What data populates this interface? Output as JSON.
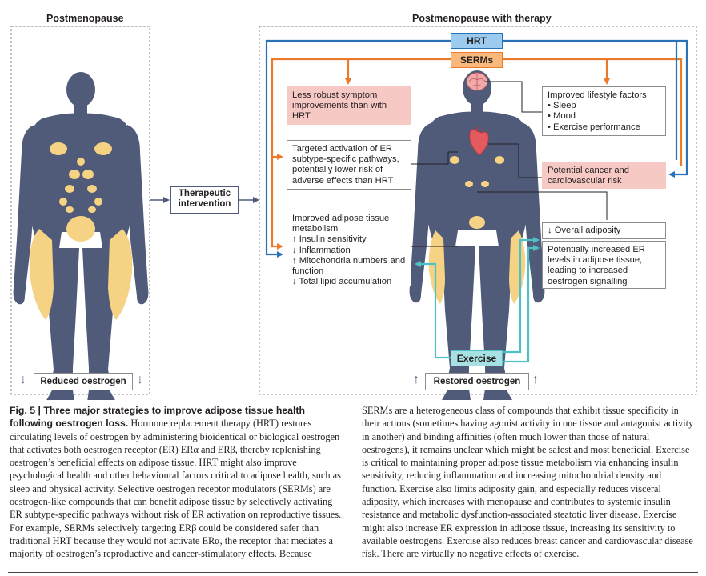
{
  "left_panel": {
    "title": "Postmenopause",
    "footer_label": "Reduced oestrogen"
  },
  "middle": {
    "intervention_label": "Therapeutic intervention"
  },
  "right_panel": {
    "title": "Postmenopause with therapy",
    "hrt_label": "HRT",
    "serms_label": "SERMs",
    "exercise_label": "Exercise",
    "footer_label": "Restored oestrogen"
  },
  "boxes": {
    "less_robust": "Less robust symptom improvements than with HRT",
    "targeted": "Targeted activation of ER subtype-specific pathways, potentially lower risk of adverse effects than HRT",
    "adipose_title": "Improved adipose tissue metabolism",
    "adipose_items": [
      "↑ Insulin sensitivity",
      "↓ Inflammation",
      "↑ Mitochondria numbers and function",
      "↓ Total lipid accumulation"
    ],
    "lifestyle_title": "Improved lifestyle factors",
    "lifestyle_items": [
      "• Sleep",
      "• Mood",
      "• Exercise performance"
    ],
    "cancer": "Potential cancer and cardiovascular risk",
    "adiposity": "↓ Overall adiposity",
    "er_levels": "Potentially increased ER levels in adipose tissue, leading to increased oestrogen signalling"
  },
  "colors": {
    "hrt": "#2a72b8",
    "hrt_fill": "#9ccbef",
    "serms": "#ec7a2b",
    "serms_fill": "#f9b97d",
    "exercise": "#4fc1c5",
    "exercise_fill": "#a7e1e3",
    "body": "#4f5b78",
    "fat": "#f6d285",
    "pink": "#f7c9c5"
  },
  "caption": {
    "fig_label": "Fig. 5 | Three major strategies to improve adipose tissue health following oestrogen loss.",
    "left_text": "Hormone replacement therapy (HRT) restores circulating levels of oestrogen by administering bioidentical or biological oestrogen that activates both oestrogen receptor (ER) ERα and ERβ, thereby replenishing oestrogen’s beneficial effects on adipose tissue. HRT might also improve psychological health and other behavioural factors critical to adipose health, such as sleep and physical activity. Selective oestrogen receptor modulators (SERMs) are oestrogen-like compounds that can benefit adipose tissue by selectively activating ER subtype-specific pathways without risk of ER activation on reproductive tissues. For example, SERMs selectively targeting ERβ could be considered safer than traditional HRT because they would not activate ERα, the receptor that mediates a majority of oestrogen’s reproductive and cancer-stimulatory effects. Because",
    "right_text": "SERMs are a heterogeneous class of compounds that exhibit tissue specificity in their actions (sometimes having agonist activity in one tissue and antagonist activity in another) and binding affinities (often much lower than those of natural oestrogens), it remains unclear which might be safest and most beneficial. Exercise is critical to maintaining proper adipose tissue metabolism via enhancing insulin sensitivity, reducing inflammation and increasing mitochondrial density and function. Exercise also limits adiposity gain, and especially reduces visceral adiposity, which increases with menopause and contributes to systemic insulin resistance and metabolic dysfunction-associated steatotic liver disease. Exercise might also increase ER expression in adipose tissue, increasing its sensitivity to available oestrogens. Exercise also reduces breast cancer and cardiovascular disease risk. There are virtually no negative effects of exercise."
  }
}
